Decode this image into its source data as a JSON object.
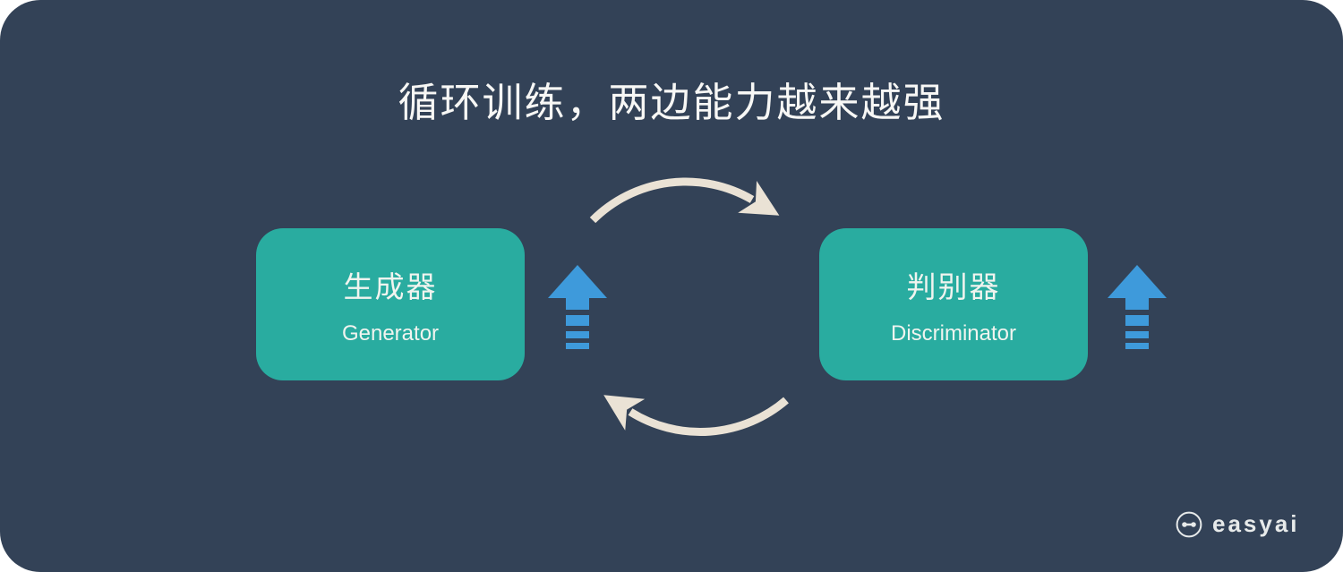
{
  "panel": {
    "title": "循环训练，两边能力越来越强"
  },
  "nodes": {
    "generator": {
      "label_zh": "生成器",
      "label_en": "Generator"
    },
    "discriminator": {
      "label_zh": "判别器",
      "label_en": "Discriminator"
    }
  },
  "cycle": {
    "direction": "clockwise",
    "top_arrow": "left-to-right",
    "bottom_arrow": "right-to-left"
  },
  "icons": {
    "up_arrow_generator": "up-arrow-icon",
    "up_arrow_discriminator": "up-arrow-icon",
    "cycle_top": "clockwise-arc-icon",
    "cycle_bottom": "clockwise-arc-icon",
    "logo": "easyai-face-icon"
  },
  "branding": {
    "logo_text": "easyai"
  },
  "colors": {
    "background": "#334257",
    "page_margin": "#FFFFFF",
    "node_fill": "#29ACA0",
    "up_arrow_blue": "#3E9ADB",
    "cycle_arrow_cream": "#EAE2D5",
    "title_text": "#F7F7F5",
    "node_text": "#F1F4EF",
    "logo_color": "#E7EAEA"
  }
}
